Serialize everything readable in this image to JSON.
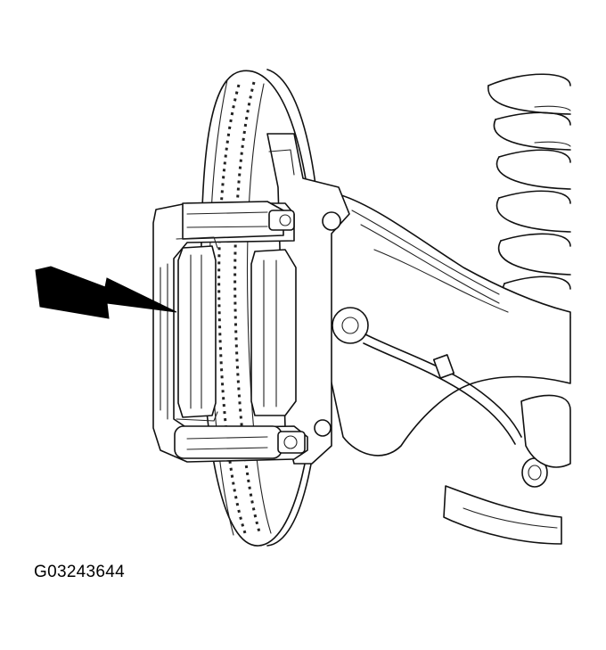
{
  "figure": {
    "id_label": "G03243644",
    "description_icons": [
      "brake-rotor",
      "brake-caliper",
      "brake-pads",
      "coil-spring",
      "steering-knuckle",
      "pointer-arrow"
    ]
  }
}
